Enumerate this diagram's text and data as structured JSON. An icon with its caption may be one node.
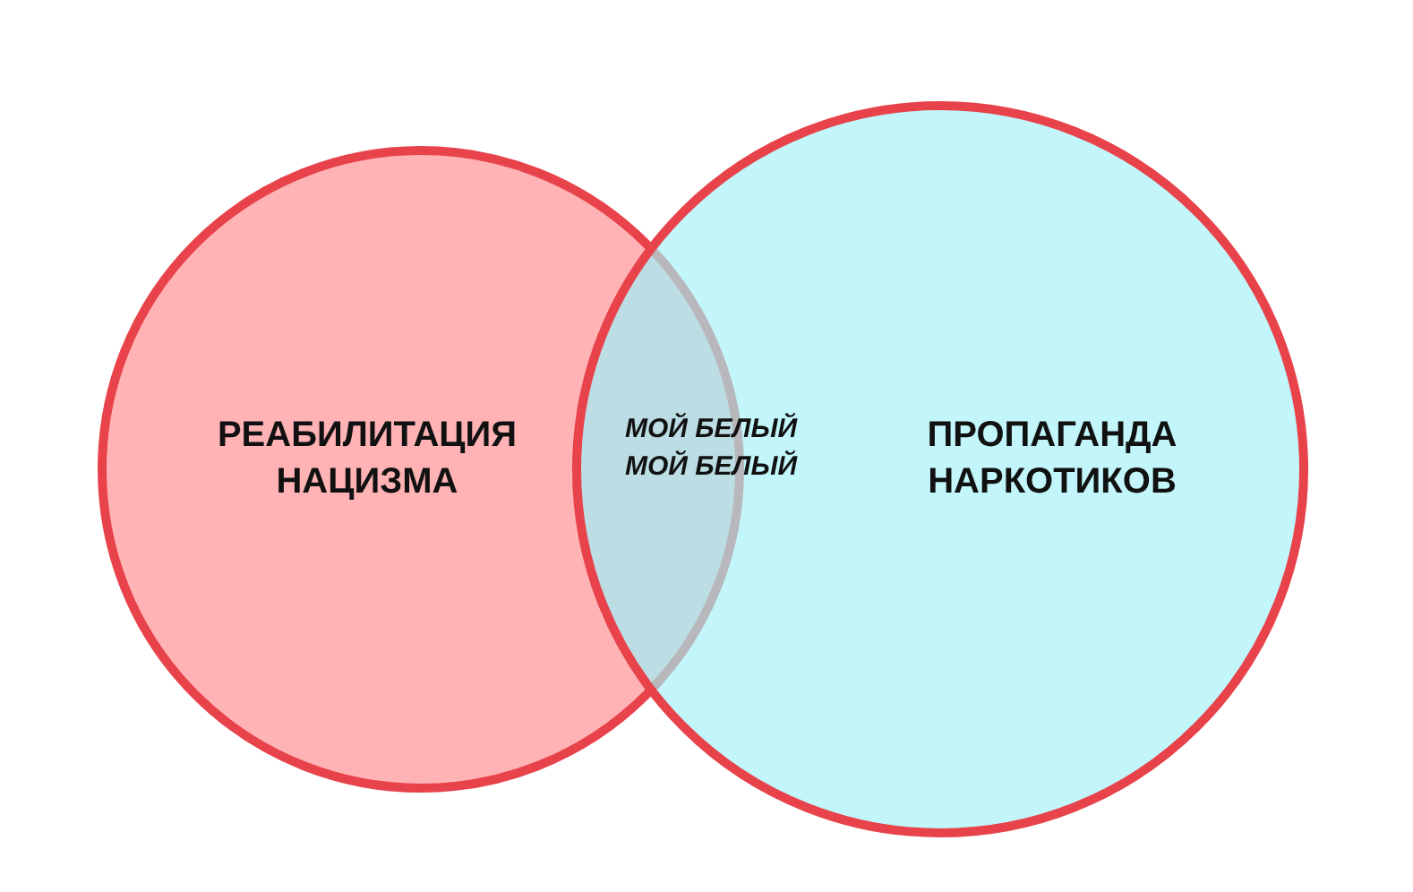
{
  "diagram": {
    "nodes": [
      {
        "text": [
          "РЕАБИЛИТАЦИЯ НАЦИЗМА"
        ]
      },
      {
        "text": [
          "ПРОПАГАНДА НАРКОТИКОВ"
        ]
      }
    ],
    "labels": [
      "МОЙ БЕЛЫЙ МОЙ БЕЛЫЙ"
    ]
  }
}
